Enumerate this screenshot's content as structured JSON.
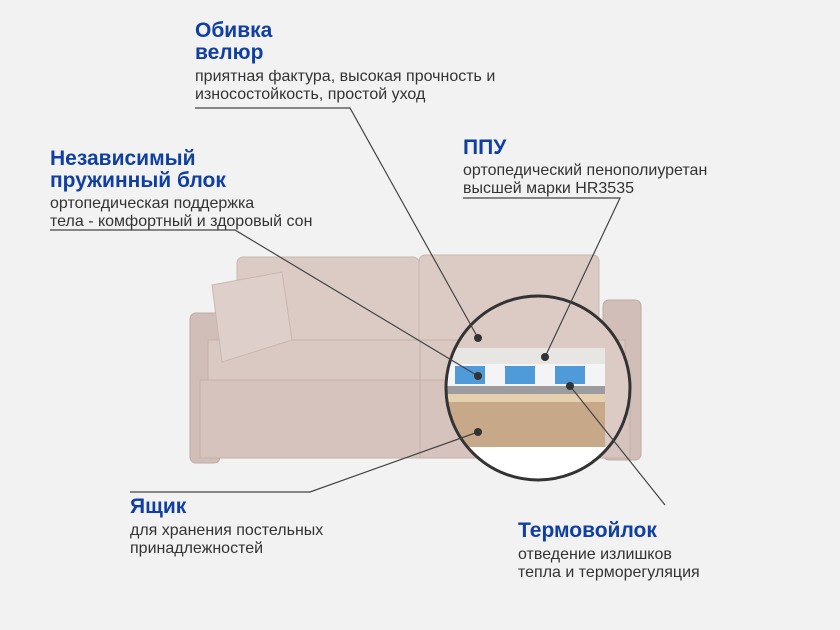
{
  "callouts": {
    "upholstery": {
      "title_line1": "Обивка",
      "title_line2": "велюр",
      "desc_line1": "приятная фактура, высокая прочность и",
      "desc_line2": "износостойкость, простой уход"
    },
    "springs": {
      "title_line1": "Независимый",
      "title_line2": "пружинный блок",
      "desc_line1": "ортопедическая поддержка",
      "desc_line2": "тела - комфортный и здоровый сон"
    },
    "foam": {
      "title": "ППУ",
      "desc_line1": "ортопедический пенополиуретан",
      "desc_line2": "высшей марки HR3535"
    },
    "box": {
      "title": "Ящик",
      "desc_line1": "для хранения постельных",
      "desc_line2": "принадлежностей"
    },
    "felt": {
      "title": "Термовойлок",
      "desc_line1": "отведение излишков",
      "desc_line2": "тепла и терморегуляция"
    }
  },
  "colors": {
    "accent": "#0f3fa3",
    "sofa": "#d9c6c0",
    "spring_blue": "#4f9ad8"
  }
}
